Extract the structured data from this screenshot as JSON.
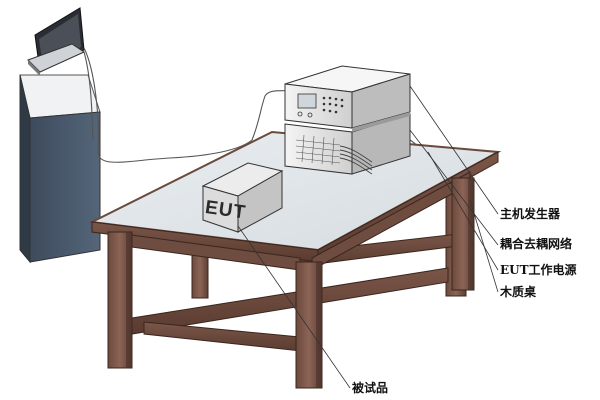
{
  "diagram": {
    "eut_box_text": "EUT",
    "labels": {
      "main_generator": "主机发生器",
      "coupling_network": "耦合去耦网络",
      "eut_power": "EUT工作电源",
      "wooden_table": "木质桌",
      "test_sample": "被试品"
    }
  }
}
